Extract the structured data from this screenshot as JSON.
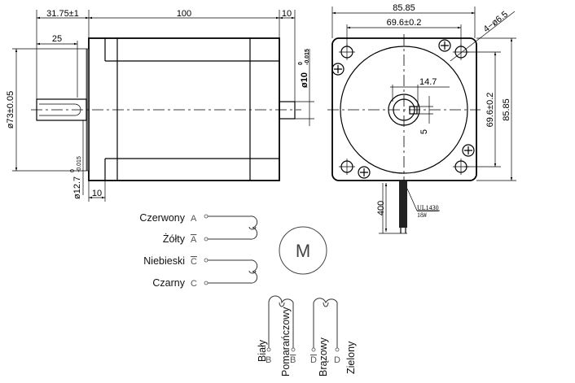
{
  "side_view": {
    "dim_flange_to_shaft_end": "31.75±1",
    "dim_body_length": "100",
    "dim_rear_shaft": "10",
    "dim_key_length": "25",
    "dim_pilot_diameter": "ø73±0.05",
    "dim_shaft_diameter": "ø12.7",
    "dim_shaft_tol_upper": "0",
    "dim_shaft_tol_lower": "-0.015",
    "dim_rear_shaft_diameter": "ø10",
    "dim_rear_tol_upper": "0",
    "dim_rear_tol_lower": "-0.015",
    "dim_end_cap": "10"
  },
  "front_view": {
    "dim_flange_width": "85.85",
    "dim_hole_spacing_h": "69.6±0.2",
    "dim_holes": "4−ø6.5",
    "dim_flat": "14.7",
    "dim_key": "5",
    "dim_hole_spacing_v": "69.6±0.2",
    "dim_flange_height": "85.85",
    "dim_cable_length": "400",
    "cable_spec_1": "UL1430",
    "cable_spec_2": "18#"
  },
  "wiring": {
    "motor_symbol": "M",
    "left": [
      {
        "color": "Czerwony",
        "terminal": "A",
        "overline": false
      },
      {
        "color": "Żółty",
        "terminal": "A",
        "overline": true
      },
      {
        "color": "Niebieski",
        "terminal": "C",
        "overline": true
      },
      {
        "color": "Czarny",
        "terminal": "C",
        "overline": false
      }
    ],
    "bottom": [
      {
        "color": "Biały",
        "terminal": "B",
        "overline": false
      },
      {
        "color": "Pomarańczowy",
        "terminal": "B",
        "overline": true
      },
      {
        "color": "Brązowy",
        "terminal": "D",
        "overline": true
      },
      {
        "color": "Zielony",
        "terminal": "D",
        "overline": false
      }
    ]
  }
}
